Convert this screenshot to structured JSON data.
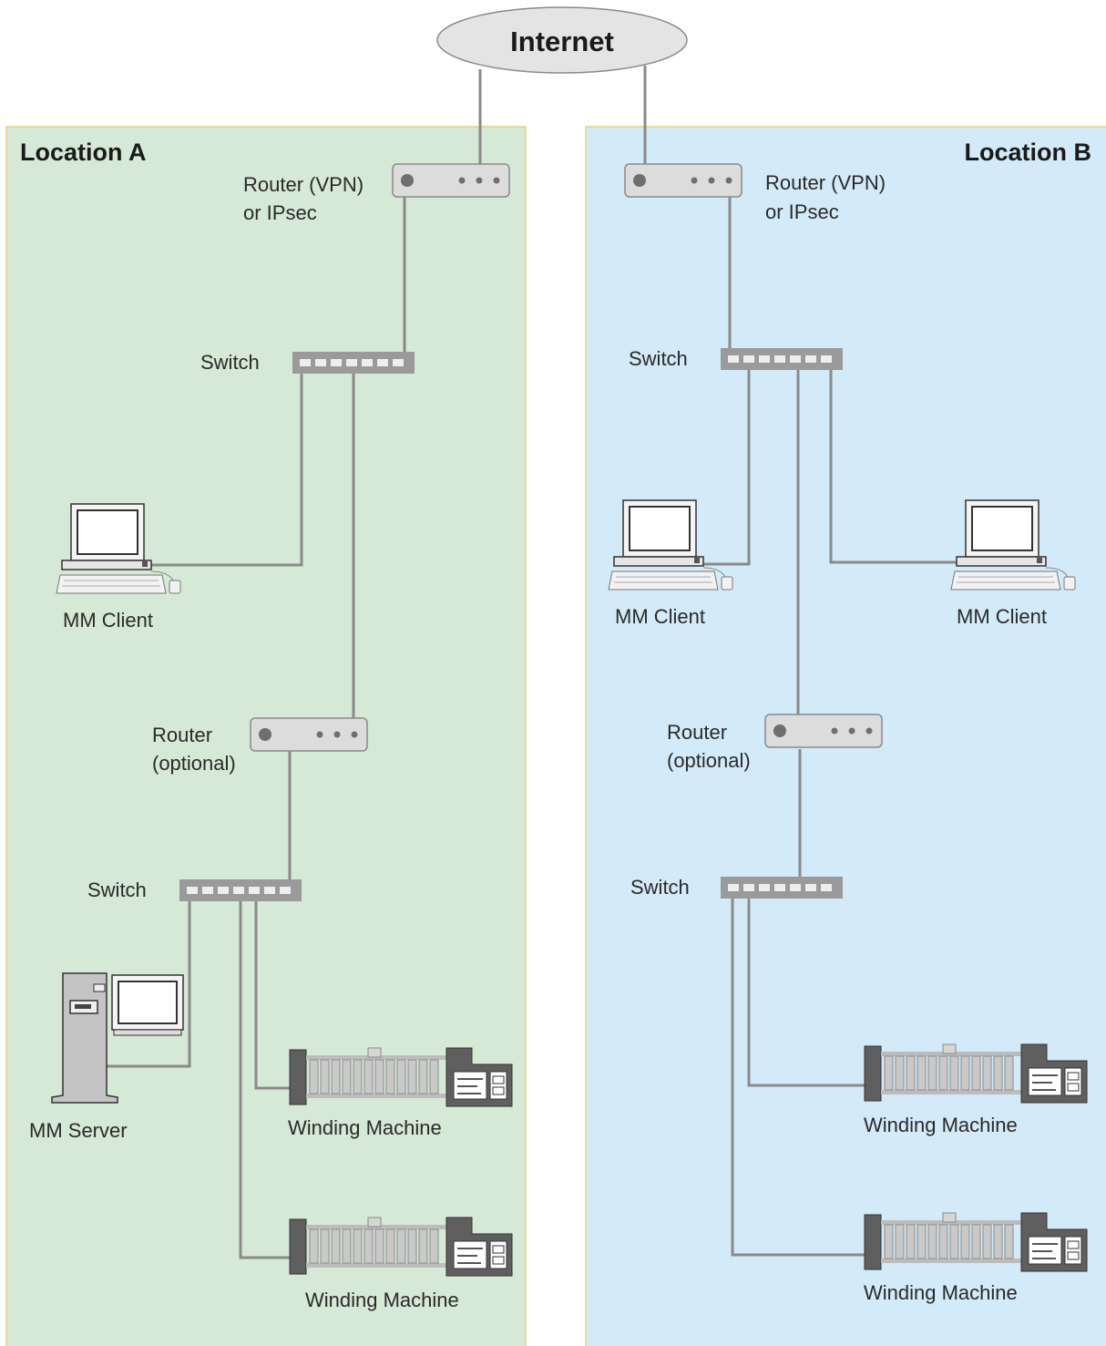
{
  "internet": {
    "label": "Internet"
  },
  "location_a": {
    "title": "Location A",
    "router_vpn": {
      "line1": "Router (VPN)",
      "line2": "or IPsec"
    },
    "switch_top": "Switch",
    "client": "MM Client",
    "router_optional": {
      "line1": "Router",
      "line2": "(optional)"
    },
    "switch_bottom": "Switch",
    "server": "MM Server",
    "machines": [
      "Winding Machine",
      "Winding Machine"
    ]
  },
  "location_b": {
    "title": "Location B",
    "router_vpn": {
      "line1": "Router (VPN)",
      "line2": "or IPsec"
    },
    "switch_top": "Switch",
    "clients": [
      "MM Client",
      "MM Client"
    ],
    "router_optional": {
      "line1": "Router",
      "line2": "(optional)"
    },
    "switch_bottom": "Switch",
    "machines": [
      "Winding Machine",
      "Winding Machine"
    ]
  },
  "colors": {
    "location_a_bg": "#d6e8d6",
    "location_b_bg": "#d3eaf8",
    "border": "#e8d27a",
    "device": "#dcdcdc",
    "switch": "#999999"
  }
}
